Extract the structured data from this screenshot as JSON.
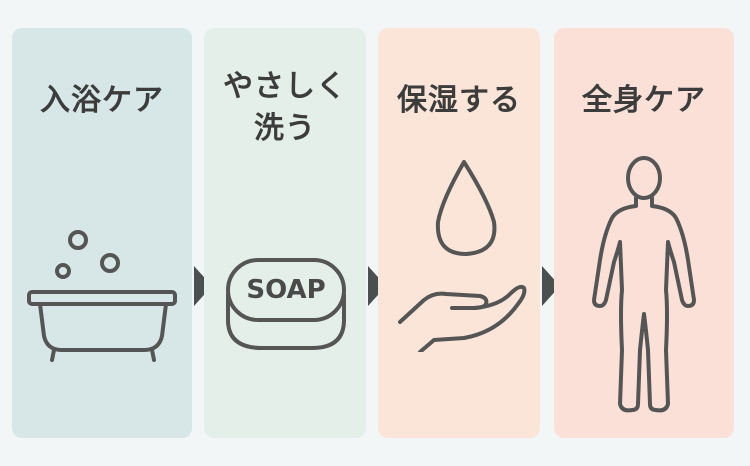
{
  "steps": [
    {
      "title": "入浴ケア",
      "color": "#d7e6e6",
      "icon": "bathtub-icon"
    },
    {
      "title_lines": [
        "やさしく",
        "洗う"
      ],
      "color": "#e4efea",
      "icon": "soap-icon",
      "icon_text": "SOAP"
    },
    {
      "title": "保湿する",
      "color": "#fbe5d8",
      "icon": "water-drop-hand-icon"
    },
    {
      "title": "全身ケア",
      "color": "#fbe0d8",
      "icon": "human-body-icon"
    }
  ],
  "arrow_color": "#4a4f4f",
  "stroke_color": "#555555"
}
